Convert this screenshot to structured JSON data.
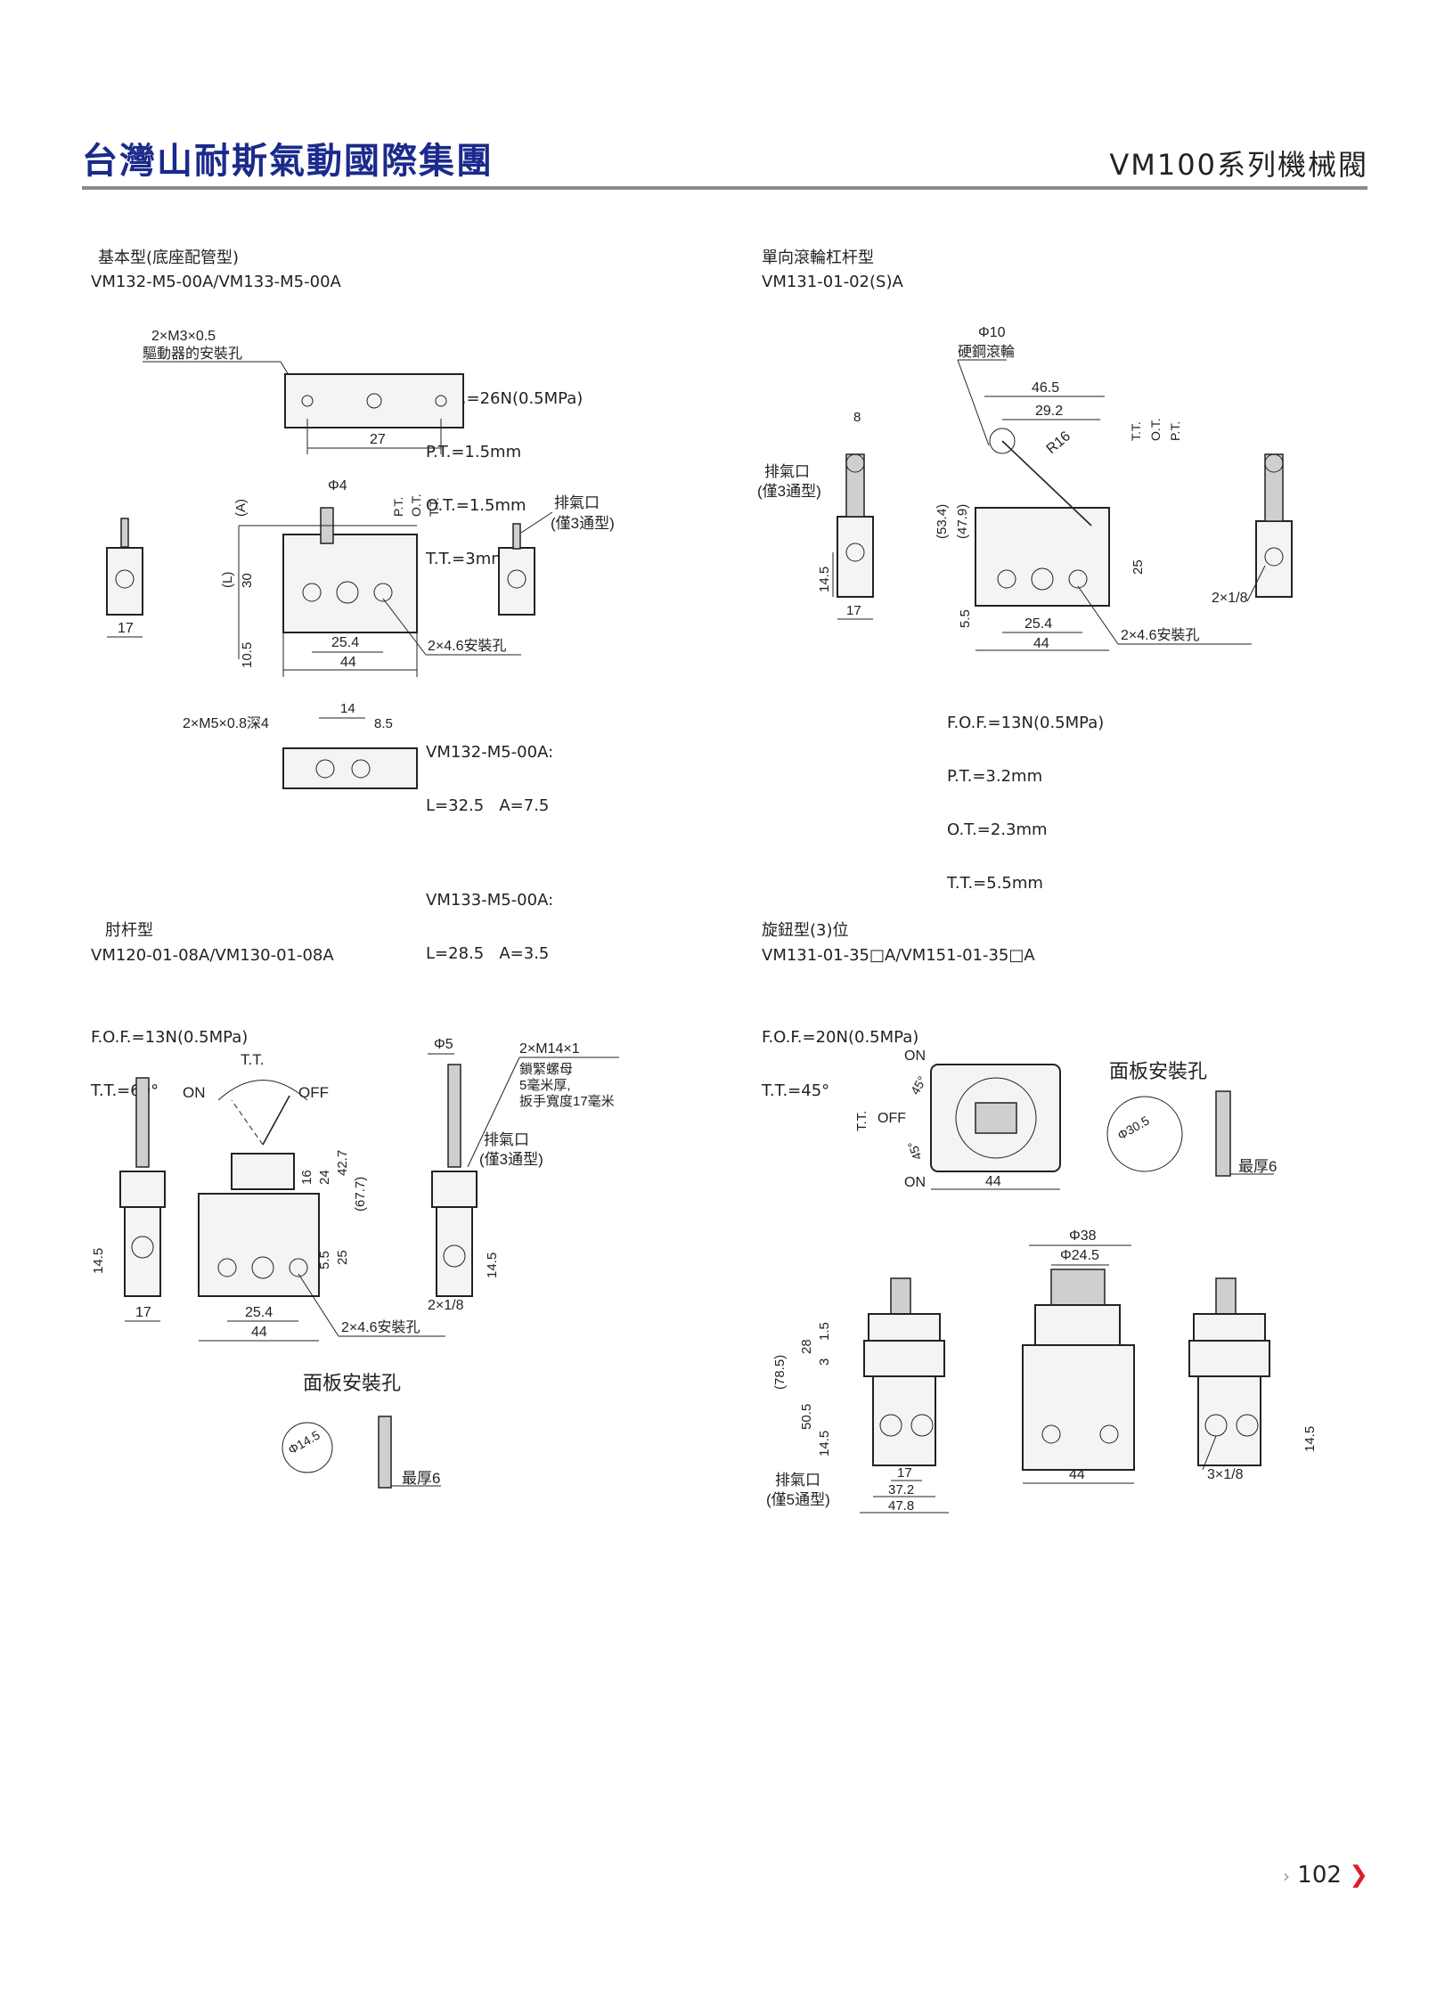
{
  "header": {
    "brand": "台灣山耐斯氣動國際集團",
    "series": "VM100系列機械閥"
  },
  "sections": {
    "basic": {
      "title": "基本型(底座配管型)",
      "model": "VM132-M5-00A/VM133-M5-00A",
      "spec": [
        "F.O.F.=26N(0.5MPa)",
        "P.T.=1.5mm",
        "O.T.=1.5mm",
        "T.T.=3mm"
      ],
      "labels": {
        "mount_size": "2×M3×0.5",
        "mount_desc": "驅動器的安裝孔",
        "dim27": "27",
        "phi4": "Φ4",
        "pt": "P.T.",
        "ot": "O.T.",
        "tt": "T.T.",
        "exhaust": "排氣口",
        "exhaust_note": "(僅3通型)",
        "A": "(A)",
        "L": "(L)",
        "dim30": "30",
        "dim10_5": "10.5",
        "dim17": "17",
        "dim25_4": "25.4",
        "dim44": "44",
        "mount_holes": "2×4.6安裝孔",
        "port_thread": "2×M5×0.8深4",
        "dim14": "14",
        "dim8_5": "8.5",
        "variant1": "VM132-M5-00A:",
        "variant1_dims": "L=32.5   A=7.5",
        "variant2": "VM133-M5-00A:",
        "variant2_dims": "L=28.5   A=3.5"
      }
    },
    "roller": {
      "title": "單向滾輪杠杆型",
      "model": "VM131-01-02(S)A",
      "spec": [
        "F.O.F.=13N(0.5MPa)",
        "P.T.=3.2mm",
        "O.T.=2.3mm",
        "T.T.=5.5mm"
      ],
      "labels": {
        "phi10": "Φ10",
        "roller": "硬鋼滾輪",
        "dim46_5": "46.5",
        "dim29_2": "29.2",
        "dim8": "8",
        "R16": "R16",
        "tt": "T.T.",
        "ot": "O.T.",
        "pt": "P.T.",
        "exhaust": "排氣口",
        "exhaust_note": "(僅3通型)",
        "dim53_4": "(53.4)",
        "dim47_9": "(47.9)",
        "dim14_5": "14.5",
        "dim5_5": "5.5",
        "dim17": "17",
        "dim25_4": "25.4",
        "dim44": "44",
        "dim25": "25",
        "port": "2×1/8",
        "mount_holes": "2×4.6安裝孔"
      }
    },
    "toggle": {
      "title": "肘杆型",
      "model": "VM120-01-08A/VM130-01-08A",
      "spec": [
        "F.O.F.=13N(0.5MPa)",
        "T.T.=60°"
      ],
      "labels": {
        "tt": "T.T.",
        "on": "ON",
        "off": "OFF",
        "phi5": "Φ5",
        "thread": "2×M14×1",
        "nut1": "鎖緊螺母",
        "nut2": "5毫米厚,",
        "nut3": "扳手寬度17毫米",
        "exhaust": "排氣口",
        "exhaust_note": "(僅3通型)",
        "dim16": "16",
        "dim24": "24",
        "dim42_7": "42.7",
        "dim67_7": "(67.7)",
        "dim5_5": "5.5",
        "dim25": "25",
        "dim14_5": "14.5",
        "dim14_5b": "14.5",
        "dim17": "17",
        "dim25_4": "25.4",
        "dim44": "44",
        "port": "2×1/8",
        "mount_holes": "2×4.6安裝孔",
        "panel_title": "面板安裝孔",
        "phi14_5": "Φ14.5",
        "max_thickness": "最厚6"
      }
    },
    "knob": {
      "title": "旋鈕型(3)位",
      "model": "VM131-01-35□A/VM151-01-35□A",
      "spec": [
        "F.O.F.=20N(0.5MPa)",
        "T.T.=45°"
      ],
      "labels": {
        "on_top": "ON",
        "deg45_top": "45°",
        "tt": "T.T.",
        "off": "OFF",
        "deg45_bot": "45°",
        "on_bot": "ON",
        "dim44_top": "44",
        "panel_title": "面板安裝孔",
        "phi30_5": "Φ30.5",
        "max_thickness": "最厚6",
        "phi38": "Φ38",
        "phi24_5": "Φ24.5",
        "dim28": "28",
        "dim1_5": "1.5",
        "dim3": "3",
        "dim78_5": "(78.5)",
        "dim50_5": "50.5",
        "dim14_5": "14.5",
        "exhaust": "排氣口",
        "exhaust_note": "(僅5通型)",
        "dim17": "17",
        "dim37_2": "37.2",
        "dim47_8": "47.8",
        "dim44": "44",
        "dim14_5_side": "14.5",
        "port": "3×1/8"
      }
    }
  },
  "footer": {
    "page_number": "102"
  },
  "colors": {
    "brand": "#1b2a8c",
    "rule": "#8a8a8a",
    "page_arrow": "#d8202a"
  }
}
